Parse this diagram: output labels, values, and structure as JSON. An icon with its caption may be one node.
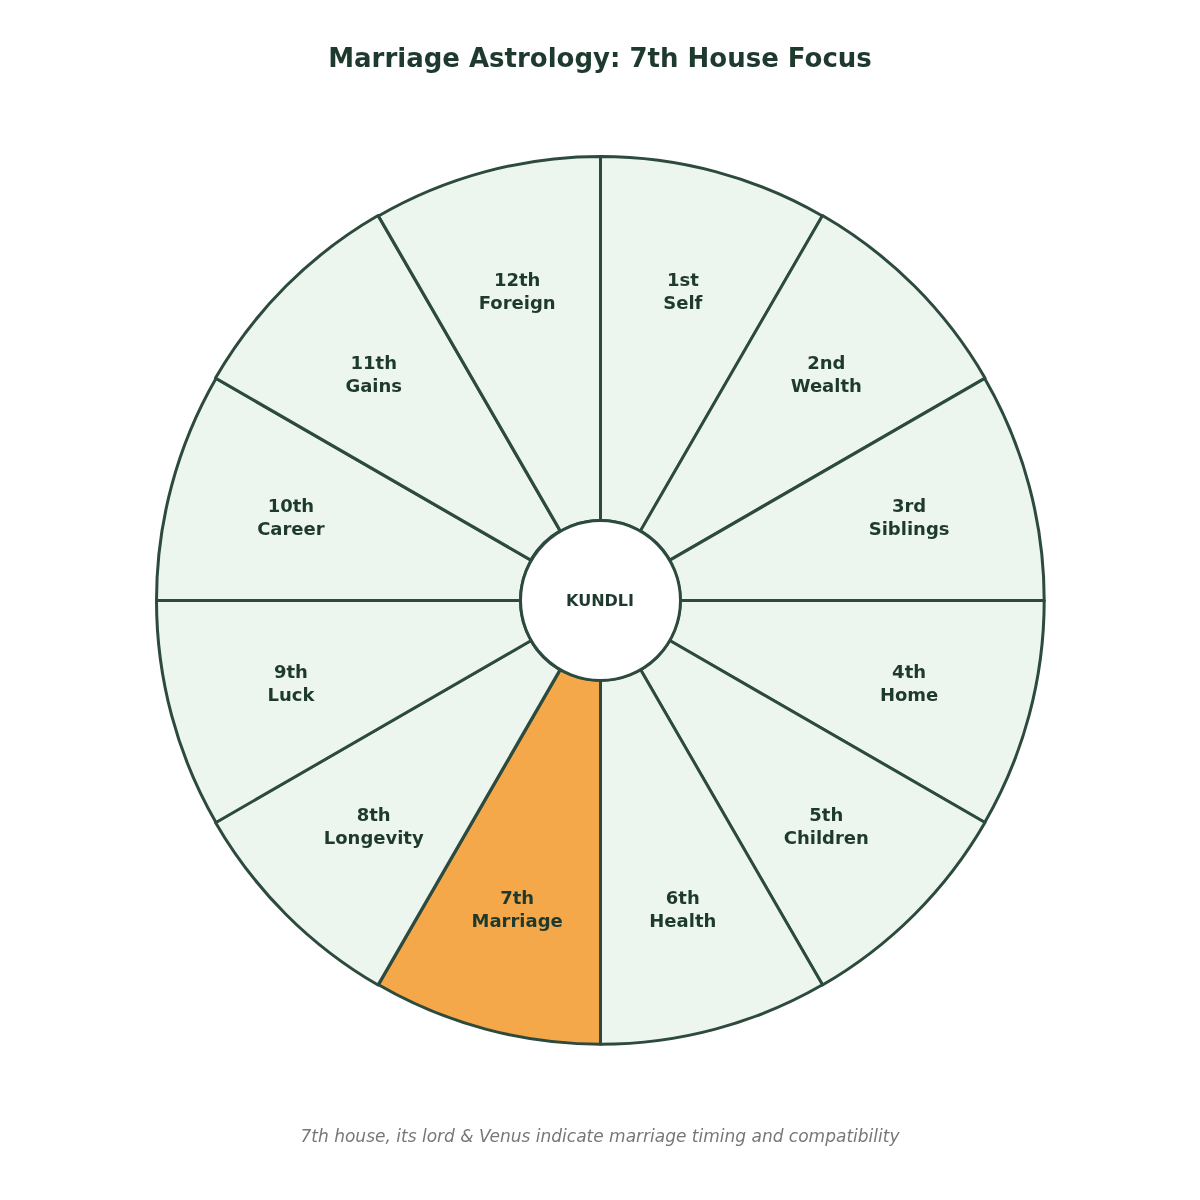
{
  "diagram": {
    "title": "Marriage Astrology: 7th House Focus",
    "nodes": [
      {
        "text": [
          "1st",
          "Self"
        ]
      },
      {
        "text": [
          "2nd",
          "Wealth"
        ]
      },
      {
        "text": [
          "3rd",
          "Siblings"
        ]
      },
      {
        "text": [
          "4th",
          "Home"
        ]
      },
      {
        "text": [
          "5th",
          "Children"
        ]
      },
      {
        "text": [
          "6th",
          "Health"
        ]
      },
      {
        "text": [
          "7th",
          "Marriage"
        ]
      },
      {
        "text": [
          "8th",
          "Longevity"
        ]
      },
      {
        "text": [
          "9th",
          "Luck"
        ]
      },
      {
        "text": [
          "10th",
          "Career"
        ]
      },
      {
        "text": [
          "11th",
          "Gains"
        ]
      },
      {
        "text": [
          "12th",
          "Foreign"
        ]
      },
      {
        "text": [
          "KUNDLI"
        ]
      }
    ],
    "caption": "7th house, its lord & Venus indicate marriage timing and compatibility"
  }
}
